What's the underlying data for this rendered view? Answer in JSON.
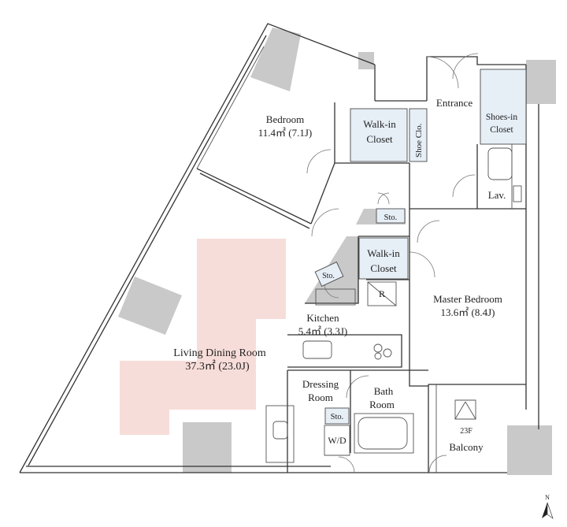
{
  "rooms": {
    "bedroom": {
      "name": "Bedroom",
      "area": "11.4㎡  (7.1J)"
    },
    "walkin_closet_1": {
      "line1": "Walk-in",
      "line2": "Closet"
    },
    "shoe_closet": {
      "name": "Shoe Clo."
    },
    "entrance": {
      "name": "Entrance"
    },
    "shoes_in_closet": {
      "line1": "Shoes-in",
      "line2": "Closet"
    },
    "lav": {
      "name": "Lav."
    },
    "storage_1": {
      "name": "Sto."
    },
    "walkin_closet_2": {
      "line1": "Walk-in",
      "line2": "Closet"
    },
    "storage_2": {
      "name": "Sto."
    },
    "refrigerator": {
      "name": "R"
    },
    "kitchen": {
      "name": "Kitchen",
      "area": "5.4㎡  (3.3J)"
    },
    "master_bedroom": {
      "name": "Master Bedroom",
      "area": "13.6㎡  (8.4J)"
    },
    "living_dining": {
      "name": "Living Dining Room",
      "area": "37.3㎡  (23.0J)"
    },
    "dressing_room": {
      "line1": "Dressing",
      "line2": "Room"
    },
    "bath_room": {
      "line1": "Bath",
      "line2": "Room"
    },
    "storage_3": {
      "name": "Sto."
    },
    "washer_dryer": {
      "name": "W/D"
    },
    "balcony": {
      "floor": "23F",
      "name": "Balcony"
    }
  },
  "compass": {
    "label": "N"
  },
  "colors": {
    "ldk_highlight": "#f7ddd9",
    "closet_fill": "#e6eef6",
    "structure": "#c9c9c9",
    "wall_line": "#333333"
  }
}
